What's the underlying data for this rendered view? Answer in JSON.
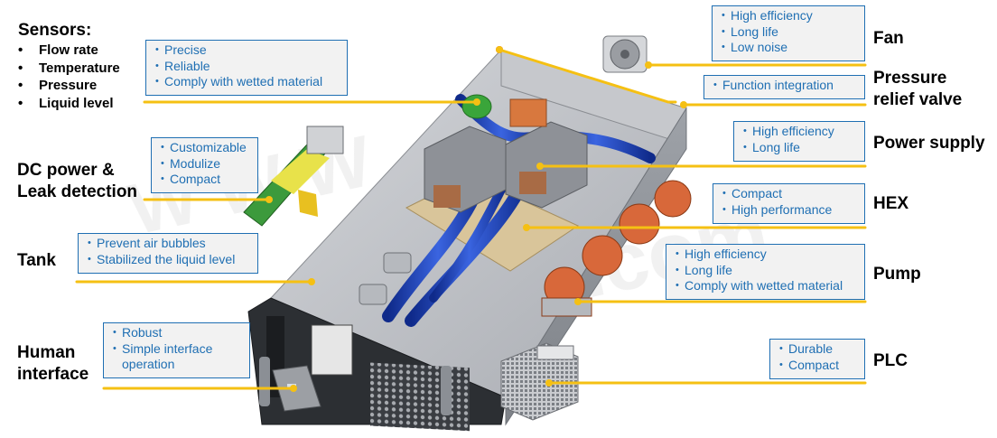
{
  "sensors": {
    "title": "Sensors:",
    "items": [
      "Flow rate",
      "Temperature",
      "Pressure",
      "Liquid level"
    ]
  },
  "left_boxes": {
    "sensors_box": [
      "Precise",
      "Reliable",
      "Comply with wetted material"
    ],
    "dc_box": [
      "Customizable",
      "Modulize",
      "Compact"
    ],
    "tank_box": [
      "Prevent air bubbles",
      "Stabilized the liquid level"
    ],
    "human_box": [
      "Robust",
      "Simple interface operation"
    ]
  },
  "left_labels": {
    "dc_power": "DC power &",
    "leak_detection": "Leak detection",
    "tank": "Tank",
    "human": "Human",
    "interface": "interface"
  },
  "right_boxes": {
    "fan_box": [
      "High efficiency",
      "Long life",
      "Low noise"
    ],
    "valve_box": [
      "Function integration"
    ],
    "power_box": [
      "High efficiency",
      "Long life"
    ],
    "hex_box": [
      "Compact",
      "High performance"
    ],
    "pump_box": [
      "High efficiency",
      "Long life",
      "Comply with wetted material"
    ],
    "plc_box": [
      "Durable",
      "Compact"
    ]
  },
  "right_labels": {
    "fan": "Fan",
    "pressure": "Pressure",
    "relief_valve": "relief valve",
    "power_supply": "Power supply",
    "hex": "HEX",
    "pump": "Pump",
    "plc": "PLC"
  },
  "colors": {
    "leader": "#f5c013",
    "box_border": "#1f6fb3",
    "box_fill": "#f2f2f2",
    "box_text": "#1f6fb3",
    "chassis": "#b9bcc2",
    "tube": "#1d3fb0",
    "pump": "#d8683a",
    "board": "#3c9a3c"
  }
}
